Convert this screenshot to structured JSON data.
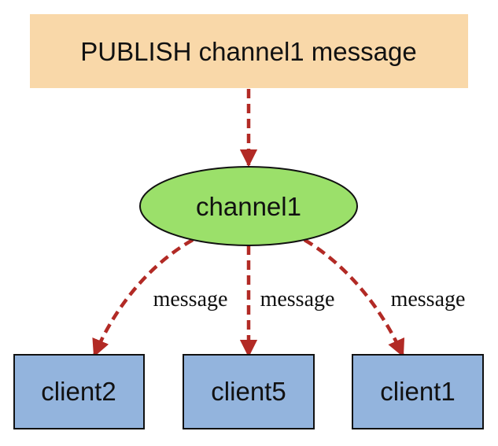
{
  "colors": {
    "publish_fill": "#F9D8A9",
    "channel_fill": "#9BE06A",
    "channel_stroke": "#111111",
    "client_fill": "#93B4DD",
    "client_stroke": "#111111",
    "edge": "#B22A25"
  },
  "nodes": {
    "publish": {
      "label": "PUBLISH channel1 message"
    },
    "channel": {
      "label": "channel1"
    },
    "clients": [
      {
        "label": "client2"
      },
      {
        "label": "client5"
      },
      {
        "label": "client1"
      }
    ]
  },
  "edges": {
    "publish_to_channel": {
      "label": ""
    },
    "channel_to_clients": [
      {
        "label": "message"
      },
      {
        "label": "message"
      },
      {
        "label": "message"
      }
    ]
  }
}
